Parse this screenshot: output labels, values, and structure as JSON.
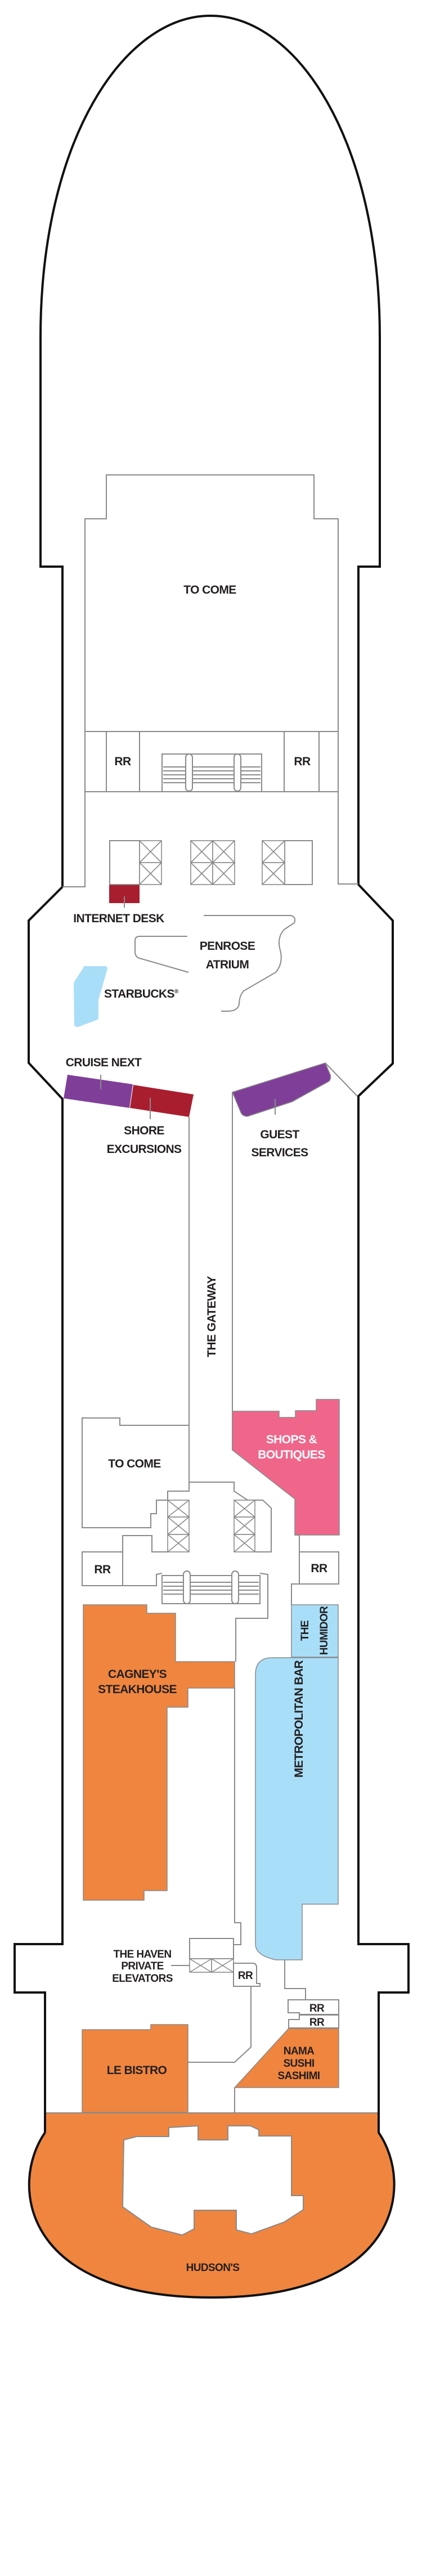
{
  "colors": {
    "dining": "#EF853F",
    "bars": "#A9DEF8",
    "shops": "#F0668B",
    "services": "#7F3F98",
    "services_red": "#A91E2F",
    "hull": "#111111",
    "walls": "#8A8A8A",
    "text": "#231F20"
  },
  "labels": {
    "to_come_forward": "TO COME",
    "rr": "RR",
    "internet_desk": "INTERNET DESK",
    "penrose_atrium_1": "PENROSE",
    "penrose_atrium_2": "ATRIUM",
    "starbucks": "STARBUCKS",
    "registered": "®",
    "cruise_next": "CRUISE NEXT",
    "shore_excursions_1": "SHORE",
    "shore_excursions_2": "EXCURSIONS",
    "guest_services_1": "GUEST",
    "guest_services_2": "SERVICES",
    "the_gateway": "THE GATEWAY",
    "to_come_mid": "TO COME",
    "shops_1": "SHOPS &",
    "shops_2": "BOUTIQUES",
    "humidor_1": "THE",
    "humidor_2": "HUMIDOR",
    "cagneys_1": "CAGNEY'S",
    "cagneys_2": "STEAKHOUSE",
    "metropolitan_bar": "METROPOLITAN BAR",
    "haven_1": "THE HAVEN",
    "haven_2": "PRIVATE",
    "haven_3": "ELEVATORS",
    "le_bistro": "LE BISTRO",
    "nama_1": "NAMA",
    "nama_2": "SUSHI",
    "nama_3": "SASHIMI",
    "hudsons": "HUDSON'S"
  }
}
